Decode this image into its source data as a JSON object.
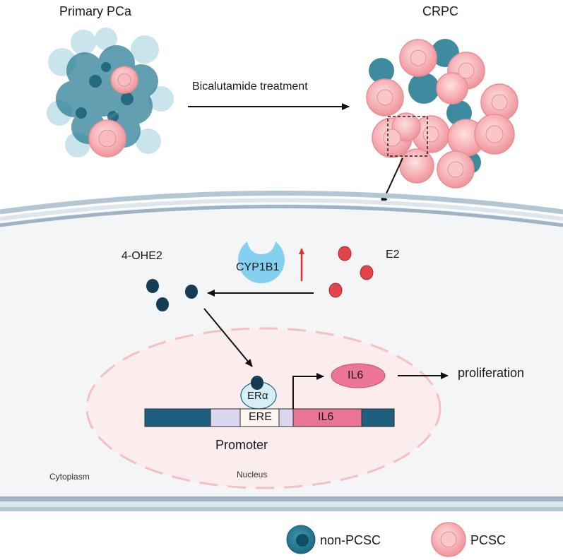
{
  "titles": {
    "primary": "Primary PCa",
    "crpc": "CRPC"
  },
  "treatment_label": "Bicalutamide treatment",
  "cell": {
    "metabolite": "4-OHE2",
    "enzyme": "CYP1B1",
    "hormone": "E2",
    "receptor": "ERα",
    "response_element": "ERE",
    "gene": "IL6",
    "protein": "IL6",
    "promoter": "Promoter",
    "outcome": "proliferation",
    "cytoplasm": "Cytoplasm",
    "nucleus": "Nucleus"
  },
  "legend": [
    {
      "label": "non-PCSC",
      "color": "#1f6e86"
    },
    {
      "label": "PCSC",
      "color": "#f2a1a8"
    }
  ],
  "colors": {
    "non_pcsc": "#2a7f96",
    "non_pcsc_dark": "#0f4f66",
    "pcsc": "#f4a8ad",
    "pcsc_light": "#fbd5d7",
    "membrane": "#9fb3c4",
    "cytoplasm_bg": "#f4f5f7",
    "nucleus_fill": "#fbecee",
    "nucleus_border": "#f3c0c4",
    "dna_blue": "#1e5f80",
    "dna_lavender": "#dad7ee",
    "il6_pink": "#ea7595",
    "enzyme_blue": "#83d0f0",
    "up_arrow_red": "#e0302a",
    "e2_red": "#e0454a",
    "ohe2_navy": "#143c54"
  },
  "icons": {
    "enzyme": "pacman-enzyme-icon",
    "up": "upregulation-arrow-icon"
  }
}
